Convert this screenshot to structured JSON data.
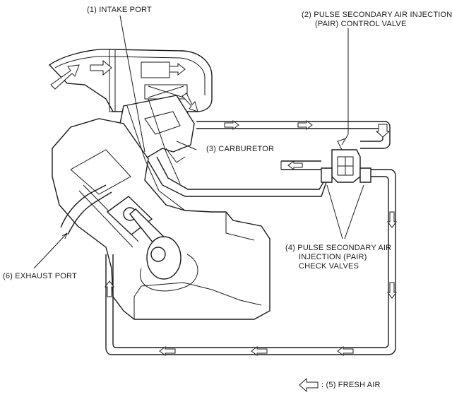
{
  "labels": {
    "intake_port": "(1) INTAKE PORT",
    "pair_valve_line1": "(2) PULSE SECONDARY AIR INJECTION",
    "pair_valve_line2": "(PAIR) CONTROL VALVE",
    "carburetor": "(3) CARBURETOR",
    "check_valves_line1": "(4) PULSE SECONDARY AIR",
    "check_valves_line2": "INJECTION (PAIR)",
    "check_valves_line3": "CHECK VALVES",
    "exhaust_port": "(6) EXHAUST PORT",
    "legend_fresh_air": ": (5) FRESH AIR"
  },
  "icons": {
    "flow_arrow": "hollow-arrow",
    "legend_arrow": "hollow-arrow-left"
  }
}
